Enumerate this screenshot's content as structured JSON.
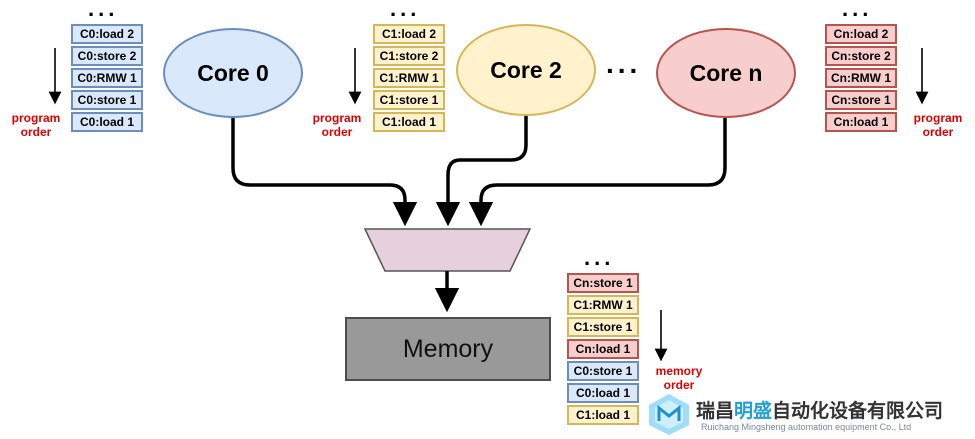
{
  "cores": [
    {
      "label": "Core 0",
      "fill": "#dae8fc",
      "stroke": "#6c8ebf"
    },
    {
      "label": "Core 2",
      "fill": "#fff2cc",
      "stroke": "#d6b656"
    },
    {
      "label": "Core n",
      "fill": "#f8cecc",
      "stroke": "#b85450"
    }
  ],
  "between_cores_ellipsis": "...",
  "stacks": {
    "core0": [
      "C0:load 2",
      "C0:store 2",
      "C0:RMW 1",
      "C0:store 1",
      "C0:load 1"
    ],
    "core1": [
      "C1:load 2",
      "C1:store 2",
      "C1:RMW 1",
      "C1:store 1",
      "C1:load 1"
    ],
    "coren": [
      "Cn:load 2",
      "Cn:store 2",
      "Cn:RMW 1",
      "Cn:store 1",
      "Cn:load 1"
    ],
    "memory": [
      "Cn:store 1",
      "C1:RMW 1",
      "C1:store 1",
      "Cn:load 1",
      "C0:store 1",
      "C0:load 1",
      "C1:load 1"
    ]
  },
  "memory_stack_colors": [
    "red",
    "yellow",
    "yellow",
    "red",
    "blue",
    "blue",
    "yellow"
  ],
  "stack_ellipsis": "...",
  "labels": {
    "program_order": [
      "program",
      "order"
    ],
    "memory_order": [
      "memory",
      "order"
    ],
    "memory_box": "Memory"
  },
  "watermark": {
    "name_part1": "瑞昌",
    "name_highlight": "明盛",
    "name_part2": "自动化设备有限公司",
    "subtitle": "Ruichang Mingsheng automation equipment Co., Ltd"
  },
  "colors": {
    "order_label": "#e00000",
    "mux_fill": "#e6d0de",
    "mux_stroke": "#555555"
  }
}
